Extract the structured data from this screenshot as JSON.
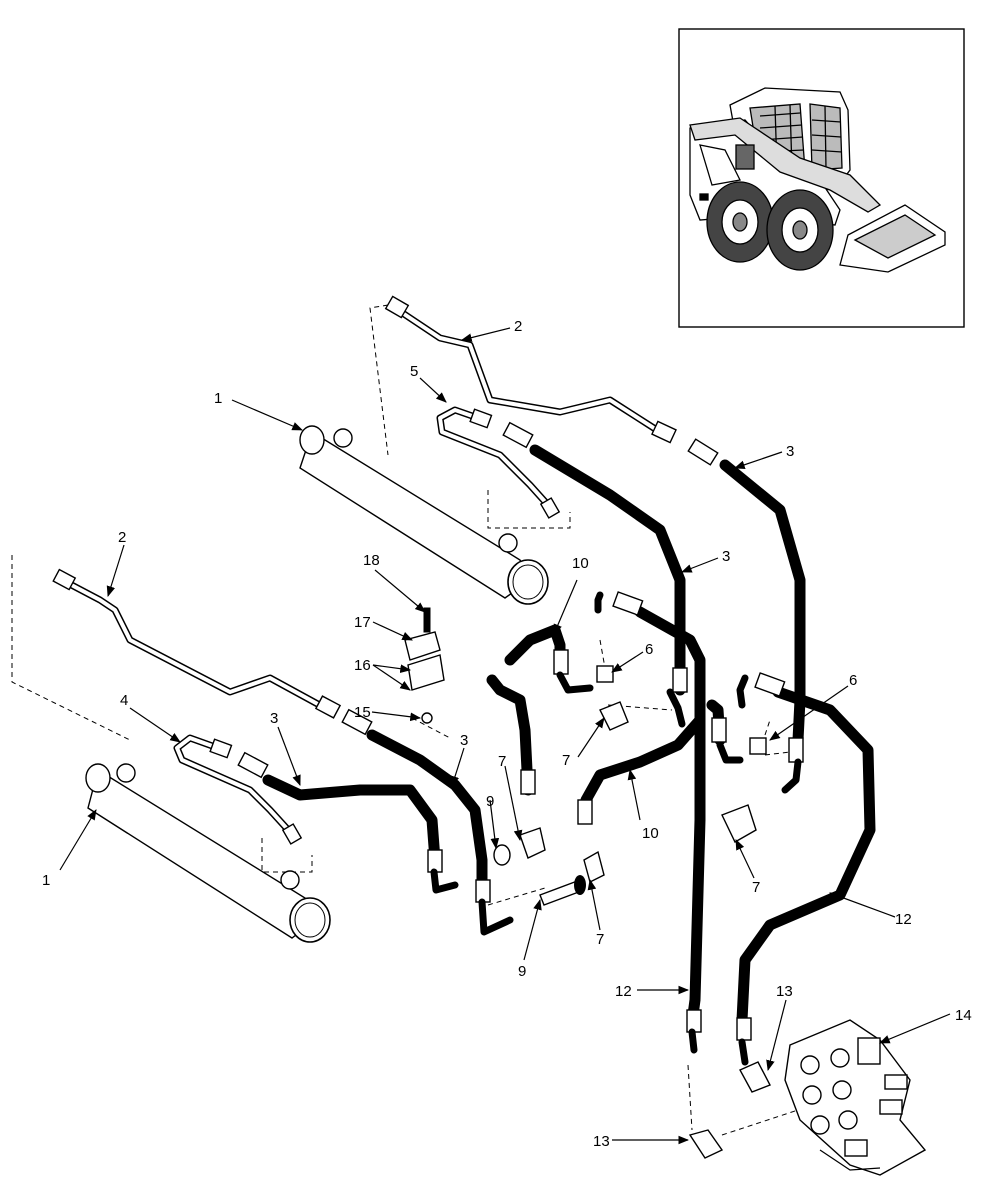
{
  "callouts": [
    {
      "id": "c-1a",
      "label": "1"
    },
    {
      "id": "c-1b",
      "label": "1"
    },
    {
      "id": "c-2a",
      "label": "2"
    },
    {
      "id": "c-2b",
      "label": "2"
    },
    {
      "id": "c-3a",
      "label": "3"
    },
    {
      "id": "c-3b",
      "label": "3"
    },
    {
      "id": "c-3c",
      "label": "3"
    },
    {
      "id": "c-3d",
      "label": "3"
    },
    {
      "id": "c-4",
      "label": "4"
    },
    {
      "id": "c-5",
      "label": "5"
    },
    {
      "id": "c-6a",
      "label": "6"
    },
    {
      "id": "c-6b",
      "label": "6"
    },
    {
      "id": "c-7a",
      "label": "7"
    },
    {
      "id": "c-7b",
      "label": "7"
    },
    {
      "id": "c-7c",
      "label": "7"
    },
    {
      "id": "c-7d",
      "label": "7"
    },
    {
      "id": "c-9a",
      "label": "9"
    },
    {
      "id": "c-9b",
      "label": "9"
    },
    {
      "id": "c-10a",
      "label": "10"
    },
    {
      "id": "c-10b",
      "label": "10"
    },
    {
      "id": "c-12a",
      "label": "12"
    },
    {
      "id": "c-12b",
      "label": "12"
    },
    {
      "id": "c-13a",
      "label": "13"
    },
    {
      "id": "c-13b",
      "label": "13"
    },
    {
      "id": "c-14",
      "label": "14"
    },
    {
      "id": "c-15",
      "label": "15"
    },
    {
      "id": "c-16",
      "label": "16"
    },
    {
      "id": "c-17",
      "label": "17"
    },
    {
      "id": "c-18",
      "label": "18"
    }
  ],
  "inset": {
    "icon": "skid-steer-loader-icon"
  }
}
